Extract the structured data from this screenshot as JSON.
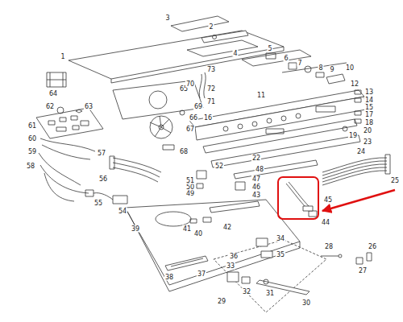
{
  "diagram": {
    "labels": [
      "1",
      "2",
      "3",
      "4",
      "5",
      "6",
      "7",
      "8",
      "9",
      "10",
      "11",
      "12",
      "13",
      "14",
      "15",
      "16",
      "17",
      "18",
      "19",
      "20",
      "22",
      "23",
      "24",
      "25",
      "26",
      "27",
      "28",
      "29",
      "30",
      "31",
      "32",
      "33",
      "34",
      "35",
      "36",
      "37",
      "38",
      "39",
      "40",
      "41",
      "42",
      "43",
      "44",
      "45",
      "46",
      "47",
      "48",
      "49",
      "50",
      "51",
      "52",
      "54",
      "55",
      "56",
      "57",
      "58",
      "59",
      "60",
      "61",
      "62",
      "63",
      "64",
      "65",
      "66",
      "67",
      "68",
      "69",
      "70",
      "71",
      "72",
      "73"
    ]
  }
}
